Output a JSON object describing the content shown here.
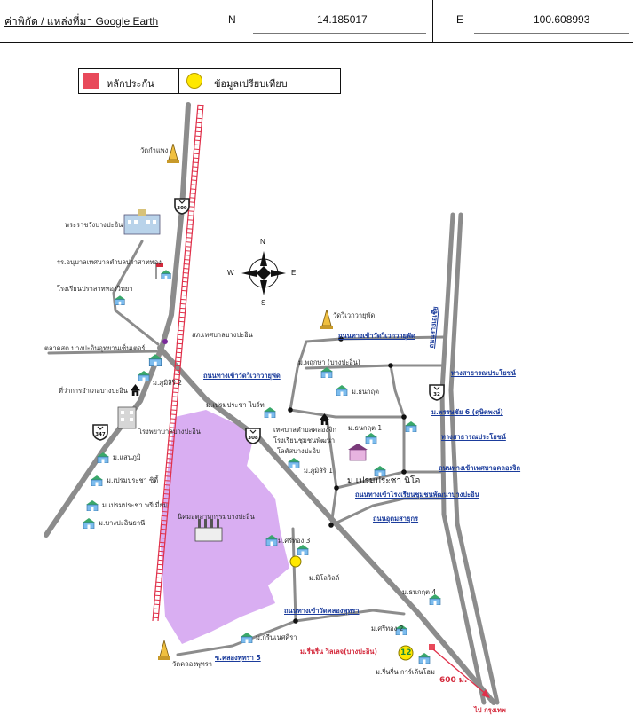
{
  "header": {
    "source_label": "ค่าพิกัด / แหล่งที่มา Google Earth",
    "n_label": "N",
    "n_value": "14.185017",
    "e_label": "E",
    "e_value": "100.608993"
  },
  "legend": {
    "collateral": "หลักประกัน",
    "comparison": "ข้อมูลเปรียบเทียบ",
    "collateral_color": "#e8495a",
    "comparison_color": "#ffe800"
  },
  "compass": {
    "north": "N",
    "east": "E",
    "south": "S",
    "west": "W"
  },
  "shields": {
    "top": "309",
    "left": "347",
    "middle": "308",
    "asia": "32"
  },
  "places": {
    "wat_kamphaeng": "วัดกำแพง",
    "palace": "พระราชวังบางปะอิน",
    "kindergarten": "รร.อนุบาลเทศบาลตำบลปราสาททอง",
    "school_prasat": "โรงเรียนปราสาททองวิทยา",
    "market": "ตลาดสด บางปะอินอุทยานเซ็นเตอร์",
    "police": "สภ.เทศบาลบางปะอิน",
    "phumsiri_2": "ม.ภูมิสิริ 2",
    "district_office": "ที่ว่าการอำเภอบางปะอิน",
    "hospital": "โรงพยาบาลบางปะอิน",
    "prempracha_bright": "ม.เปรมประชา ไบร์ท",
    "saenphum": "ม.แสนภูมิ",
    "prempracha_city": "ม.เปรมประชา ซิตี้",
    "prempracha_premium": "ม.เปรมประชา พรีเมี่ยม",
    "bangpain_thani": "ม.บางปะอินธานี",
    "khlongchik_municipality": "เทศบาลตำบลคลองจิก",
    "community_school": "โรงเรียนชุมชนพัฒนา",
    "lotus": "โลตัสบางปะอิน",
    "phumsiri_1": "ม.ภูมิสิริ 1",
    "industrial_estate": "นิคมอุตสาหกรรมบางปะอิน",
    "srithong_3": "ม.ศรีทอง 3",
    "milo_ville": "ม.มิโลวิลล์",
    "srithong_2": "ม.ศรีทอง 2",
    "green_sira": "ม.กรีนเนศศิรา",
    "wat_khlongphutsa": "วัดคลองพุทรา",
    "thanakrit_4": "ม.ธนกฤต 4",
    "ruenruen_garden": "ม.รื่นรื่น การ์เด้นโฮม",
    "wat_wiwek": "วัดวิเวกวายุพัด",
    "pruksa": "ม.พฤกษา (บางปะอิน)",
    "thanakrit": "ม.ธนกฤต",
    "thanakrit_1": "ม.ธนกฤต 1",
    "pansachai_6": "ม.พรรษชัย 6 (ดุษิตพงษ์)",
    "prempracha_neo": "ม.เปรมประชา นิโอ"
  },
  "roads": {
    "wat_wiwek_west": "ถนนทางเข้าวัดวิเวกวายุพัด",
    "wat_wiwek_east": "ถนนทางเข้าวัดวิเวกวายุพัด",
    "asian_highway": "ถนนสายเอเชีย",
    "public_way_1": "ทางสาธารณประโยชน์",
    "public_way_2": "ทางสาธารณประโยชน์",
    "municipality_road": "ถนนทางเข้าเทศบาลคลองจิก",
    "school_road": "ถนนทางเข้าโรงเรียนชุมชนพัฒนาบางปะอิน",
    "udomsathukon": "ถนนอุดมสาธุกร",
    "wat_khlongphutsa_road": "ถนนทางเข้าวัดคลองพุทรา",
    "soi_khlongphutsa_5": "ซ.คลองพุทรา 5"
  },
  "subject": {
    "name": "ม.รื่นรื่น วิลเลจ(บางปะอิน)",
    "marker_number": "12",
    "distance": "600 ม.",
    "direction": "ไป กรุงเทพ"
  },
  "colors": {
    "road": "#8c8c8c",
    "railway": "#e0304a",
    "industrial_area": "#d9aef2",
    "road_label": "#1b3c9c",
    "subject_label": "#d42a3c"
  }
}
